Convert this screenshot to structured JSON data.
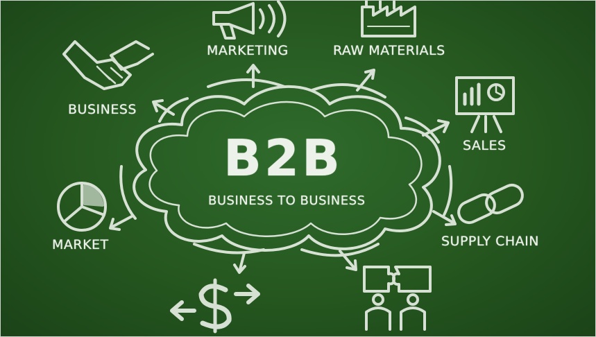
{
  "title": "B2B",
  "subtitle": "BUSINESS TO BUSINESS",
  "labels": {
    "marketing": "MARKETING",
    "raw_materials": "RAW MATERIALS",
    "business": "BUSINESS",
    "sales": "SALES",
    "market": "MARKET",
    "supply_chain": "SUPPLY CHAIN"
  },
  "icons": [
    "megaphone-icon",
    "factory-icon",
    "handshake-icon",
    "presentation-chart-icon",
    "pie-chart-icon",
    "chain-link-icon",
    "dollar-exchange-icon",
    "puzzle-people-icon"
  ],
  "colors": {
    "board": "#25571f",
    "chalk": "#ecf2ea"
  }
}
